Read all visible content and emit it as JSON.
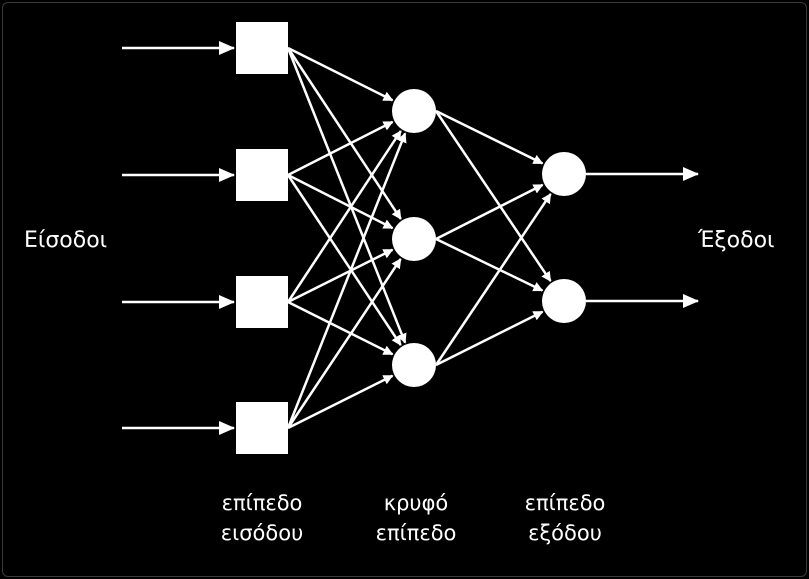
{
  "labels": {
    "inputs": "Είσοδοι",
    "outputs": "Έξοδοι"
  },
  "layers": {
    "input": {
      "line1": "επίπεδο",
      "line2": "εισόδου"
    },
    "hidden": {
      "line1": "κρυφό",
      "line2": "επίπεδο"
    },
    "output": {
      "line1": "επίπεδο",
      "line2": "εξόδου"
    }
  },
  "network": {
    "input_nodes": 4,
    "hidden_nodes": 3,
    "output_nodes": 2,
    "input_node_shape": "square",
    "hidden_node_shape": "circle",
    "output_node_shape": "circle"
  },
  "colors": {
    "background": "#000000",
    "foreground": "#ffffff"
  }
}
